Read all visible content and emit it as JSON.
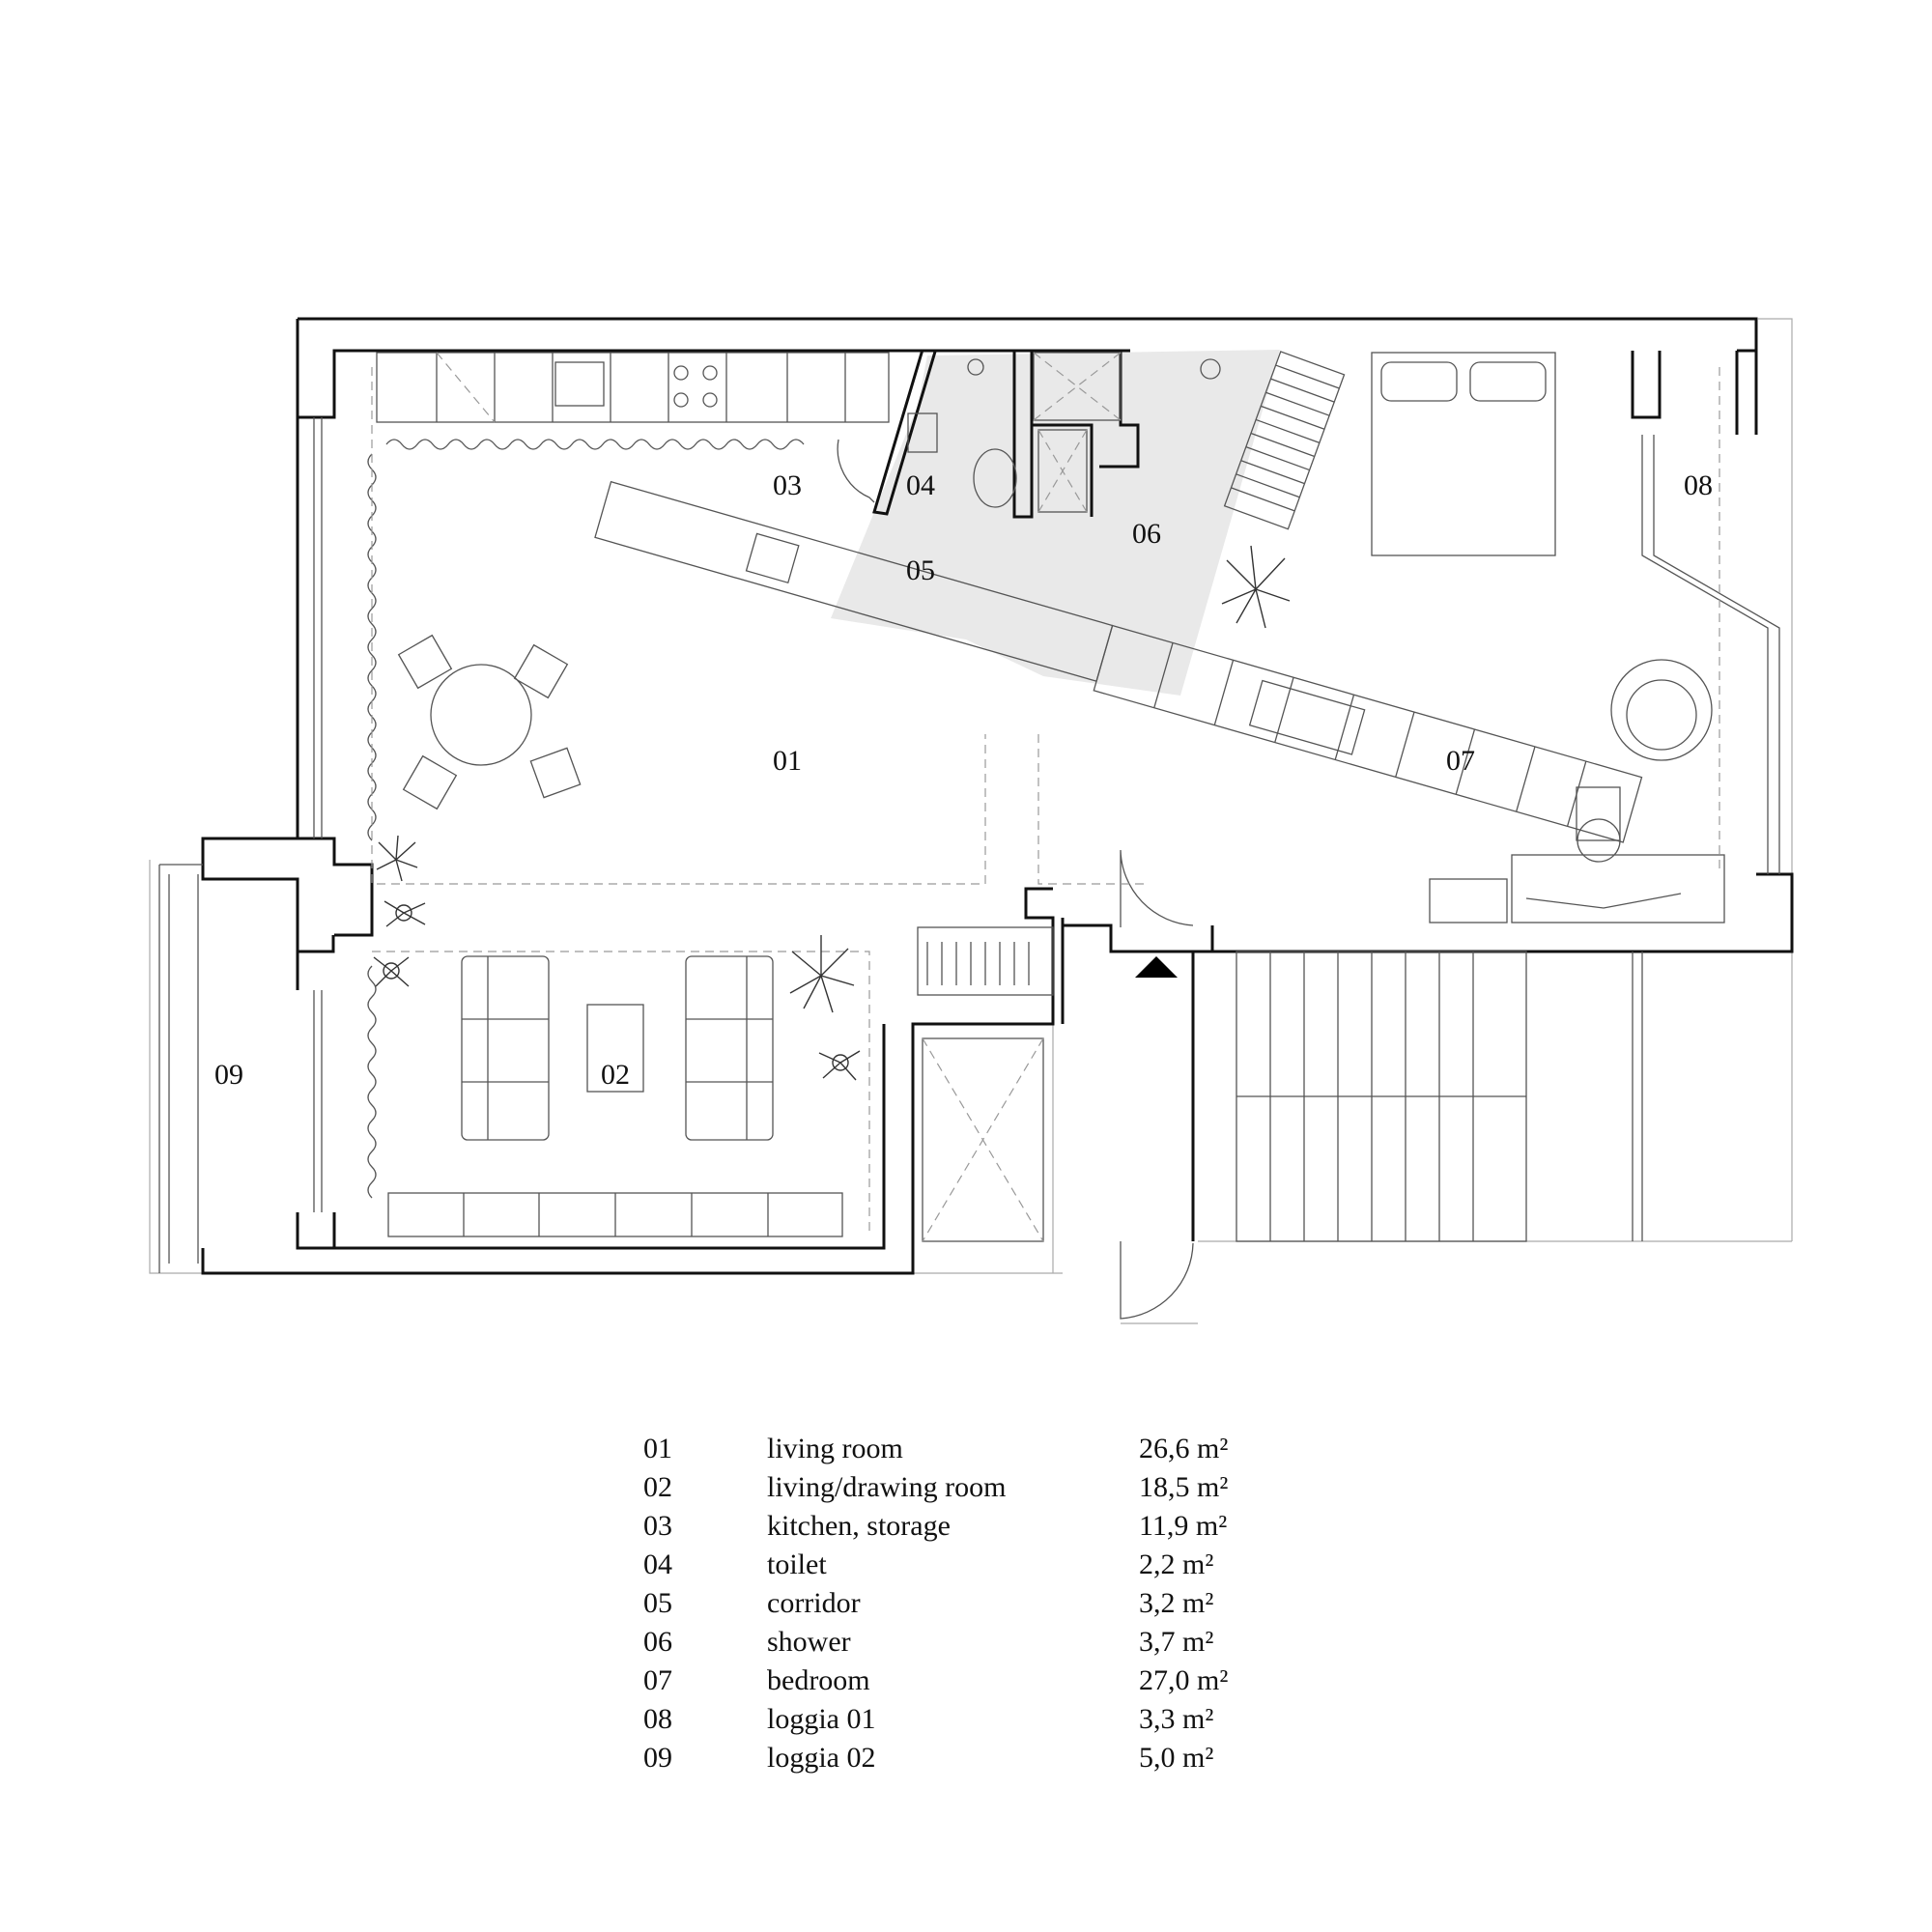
{
  "rooms": [
    {
      "id": "01",
      "name": "living room",
      "area": "26,6 m²"
    },
    {
      "id": "02",
      "name": "living/drawing room",
      "area": "18,5 m²"
    },
    {
      "id": "03",
      "name": "kitchen, storage",
      "area": "11,9 m²"
    },
    {
      "id": "04",
      "name": "toilet",
      "area": "2,2 m²"
    },
    {
      "id": "05",
      "name": "corridor",
      "area": "3,2 m²"
    },
    {
      "id": "06",
      "name": "shower",
      "area": "3,7 m²"
    },
    {
      "id": "07",
      "name": "bedroom",
      "area": "27,0 m²"
    },
    {
      "id": "08",
      "name": "loggia 01",
      "area": "3,3 m²"
    },
    {
      "id": "09",
      "name": "loggia 02",
      "area": "5,0 m²"
    }
  ],
  "entrance_icon": "triangle-up-icon"
}
